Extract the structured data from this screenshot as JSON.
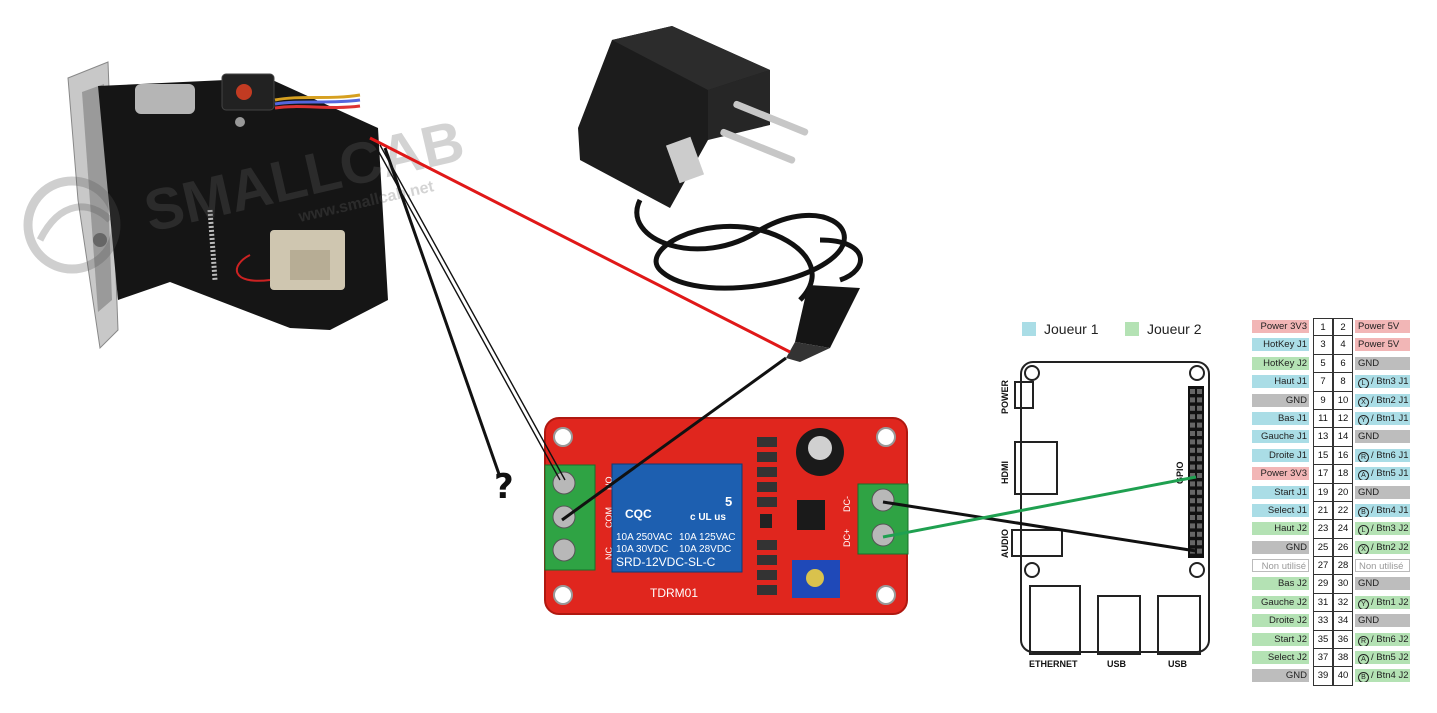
{
  "watermark": {
    "brand": "SMALLCAB",
    "url": "www.smallcab.net"
  },
  "question_mark": "?",
  "relay_board": {
    "relay_brand": "CQC",
    "relay_specs_left": "10A 250VAC",
    "relay_specs_left2": "10A 30VDC",
    "relay_specs_right": "10A 125VAC",
    "relay_specs_right2": "10A 28VDC",
    "relay_model": "SRD-12VDC-SL-C",
    "board_model": "TDRM01",
    "terminal_no": "NO",
    "terminal_com": "COM",
    "terminal_nc": "NC",
    "terminal_dcminus": "DC-",
    "terminal_dcplus": "DC+",
    "ul_mark": "c UL us",
    "num_5": "5"
  },
  "pi_board": {
    "power": "POWER",
    "hdmi": "HDMI",
    "audio": "AUDIO",
    "gpio": "GPIO",
    "ethernet": "ETHERNET",
    "usb1": "USB",
    "usb2": "USB"
  },
  "legend": [
    {
      "label": "Joueur 1",
      "color": "#aadde6"
    },
    {
      "label": "Joueur 2",
      "color": "#b4e2b4"
    }
  ],
  "colors": {
    "wire_red": "#e01818",
    "wire_black": "#111111",
    "wire_green": "#1fa050",
    "board_red": "#e0261e"
  },
  "gpio_rows": [
    {
      "l": "Power 3V3",
      "lc": "red",
      "p1": "1",
      "p2": "2",
      "r": "Power 5V",
      "rc": "red",
      "ri": ""
    },
    {
      "l": "HotKey J1",
      "lc": "blue",
      "p1": "3",
      "p2": "4",
      "r": "Power 5V",
      "rc": "red",
      "ri": ""
    },
    {
      "l": "HotKey J2",
      "lc": "green",
      "p1": "5",
      "p2": "6",
      "r": "GND",
      "rc": "gray",
      "ri": ""
    },
    {
      "l": "Haut J1",
      "lc": "blue",
      "p1": "7",
      "p2": "8",
      "r": "/ Btn3 J1",
      "rc": "blue",
      "ri": "L"
    },
    {
      "l": "GND",
      "lc": "gray",
      "p1": "9",
      "p2": "10",
      "r": "/ Btn2 J1",
      "rc": "blue",
      "ri": "X"
    },
    {
      "l": "Bas J1",
      "lc": "blue",
      "p1": "11",
      "p2": "12",
      "r": "/ Btn1 J1",
      "rc": "blue",
      "ri": "Y"
    },
    {
      "l": "Gauche J1",
      "lc": "blue",
      "p1": "13",
      "p2": "14",
      "r": "GND",
      "rc": "gray",
      "ri": ""
    },
    {
      "l": "Droite J1",
      "lc": "blue",
      "p1": "15",
      "p2": "16",
      "r": "/ Btn6 J1",
      "rc": "blue",
      "ri": "R"
    },
    {
      "l": "Power 3V3",
      "lc": "red",
      "p1": "17",
      "p2": "18",
      "r": "/ Btn5 J1",
      "rc": "blue",
      "ri": "A"
    },
    {
      "l": "Start J1",
      "lc": "blue",
      "p1": "19",
      "p2": "20",
      "r": "GND",
      "rc": "gray",
      "ri": ""
    },
    {
      "l": "Select J1",
      "lc": "blue",
      "p1": "21",
      "p2": "22",
      "r": "/ Btn4 J1",
      "rc": "blue",
      "ri": "B"
    },
    {
      "l": "Haut J2",
      "lc": "green",
      "p1": "23",
      "p2": "24",
      "r": "/ Btn3 J2",
      "rc": "green",
      "ri": "L"
    },
    {
      "l": "GND",
      "lc": "gray",
      "p1": "25",
      "p2": "26",
      "r": "/ Btn2 J2",
      "rc": "green",
      "ri": "X"
    },
    {
      "l": "Non utilisé",
      "lc": "none",
      "p1": "27",
      "p2": "28",
      "r": "Non utilisé",
      "rc": "none",
      "ri": ""
    },
    {
      "l": "Bas J2",
      "lc": "green",
      "p1": "29",
      "p2": "30",
      "r": "GND",
      "rc": "gray",
      "ri": ""
    },
    {
      "l": "Gauche J2",
      "lc": "green",
      "p1": "31",
      "p2": "32",
      "r": "/ Btn1 J2",
      "rc": "green",
      "ri": "Y"
    },
    {
      "l": "Droite J2",
      "lc": "green",
      "p1": "33",
      "p2": "34",
      "r": "GND",
      "rc": "gray",
      "ri": ""
    },
    {
      "l": "Start J2",
      "lc": "green",
      "p1": "35",
      "p2": "36",
      "r": "/ Btn6 J2",
      "rc": "green",
      "ri": "R"
    },
    {
      "l": "Select J2",
      "lc": "green",
      "p1": "37",
      "p2": "38",
      "r": "/ Btn5 J2",
      "rc": "green",
      "ri": "A"
    },
    {
      "l": "GND",
      "lc": "gray",
      "p1": "39",
      "p2": "40",
      "r": "/ Btn4 J2",
      "rc": "green",
      "ri": "B"
    }
  ]
}
